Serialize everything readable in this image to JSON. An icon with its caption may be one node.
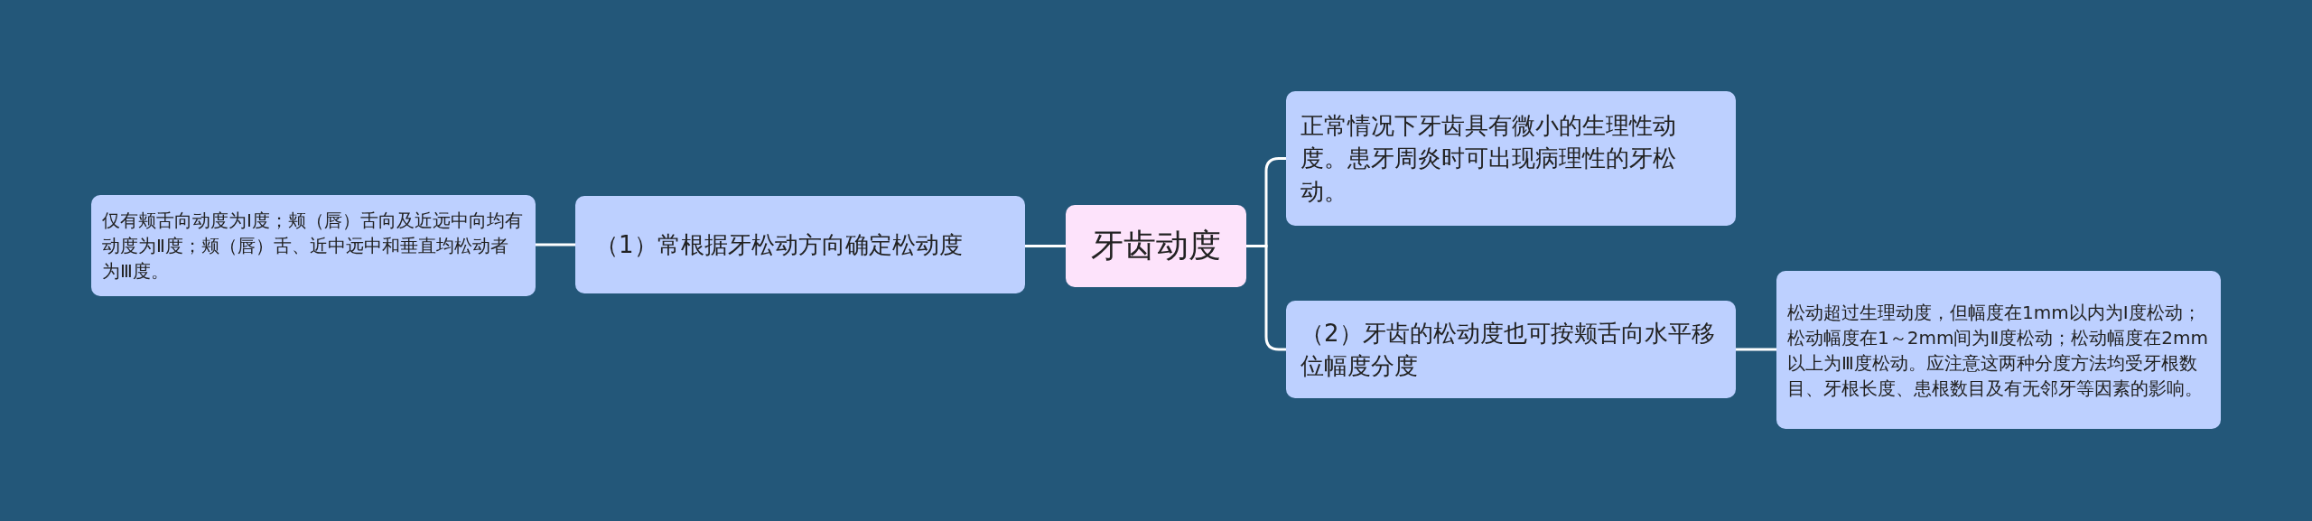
{
  "diagram": {
    "nodes": [
      {
        "text": [
          "牙齿动度"
        ]
      },
      {
        "text": [
          "（1）常根据牙松动方向确定松动度"
        ]
      },
      {
        "text": [
          "仅有颊舌向动度为Ⅰ度；颊（唇）舌向及近远中向均有动度为Ⅱ度；颊（唇）舌、近中远中和垂直均松动者为Ⅲ度。"
        ]
      },
      {
        "text": [
          "正常情况下牙齿具有微小的生理性动度。患牙周炎时可出现病理性的牙松动。"
        ]
      },
      {
        "text": [
          "（2）牙齿的松动度也可按颊舌向水平移位幅度分度"
        ]
      },
      {
        "text": [
          "松动超过生理动度，但幅度在1mm以内为Ⅰ度松动；松动幅度在1～2mm间为Ⅱ度松动；松动幅度在2mm以上为Ⅲ度松动。应注意这两种分度方法均受牙根数目、牙根长度、患根数目及有无邻牙等因素的影响。"
        ]
      }
    ],
    "edges": [
      {
        "from": 0,
        "to": 1,
        "arrow": "none"
      },
      {
        "from": 1,
        "to": 2,
        "arrow": "none"
      },
      {
        "from": 0,
        "to": 3,
        "arrow": "none"
      },
      {
        "from": 0,
        "to": 4,
        "arrow": "none"
      },
      {
        "from": 4,
        "to": 5,
        "arrow": "none"
      }
    ]
  }
}
